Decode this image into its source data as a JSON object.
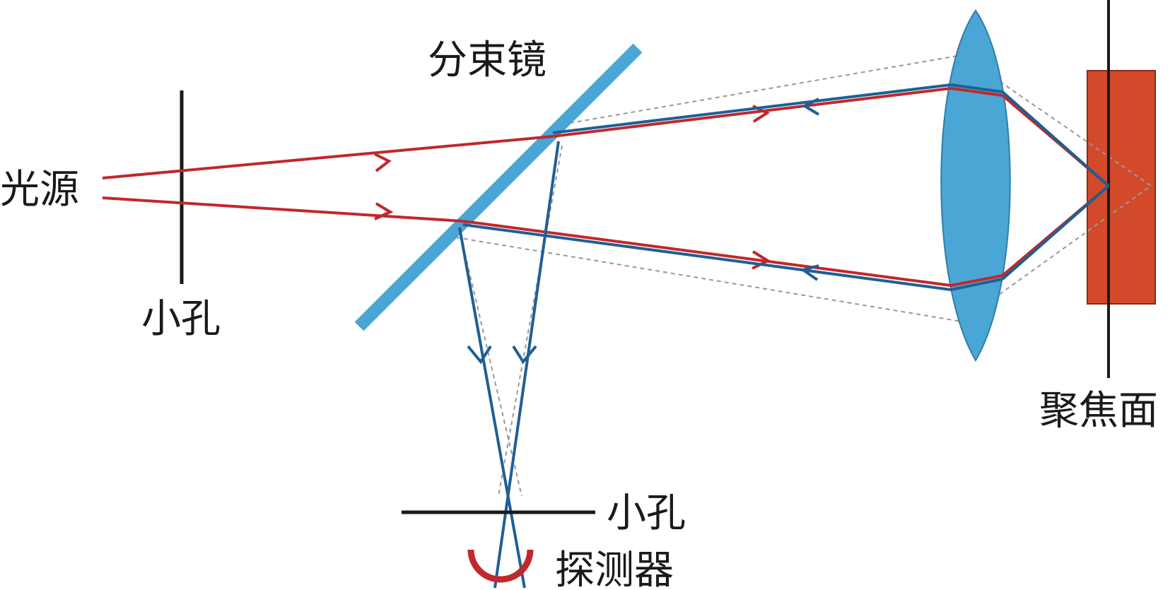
{
  "labels": {
    "light_source": "光源",
    "pinhole_1": "小孔",
    "beam_splitter": "分束镜",
    "focal_plane": "聚焦面",
    "pinhole_2": "小孔",
    "detector": "探测器"
  },
  "colors": {
    "red_beam": "#c0282d",
    "blue_beam": "#1f5f94",
    "optic_blue": "#4aa6d4",
    "sample": "#d24a2a",
    "line_black": "#1a1a1a",
    "dashed": "#999999"
  },
  "icons": {
    "lens": "biconvex-lens-icon",
    "detector": "detector-arc-icon",
    "beam_splitter": "beam-splitter-plate-icon",
    "sample": "sample-block-icon"
  }
}
